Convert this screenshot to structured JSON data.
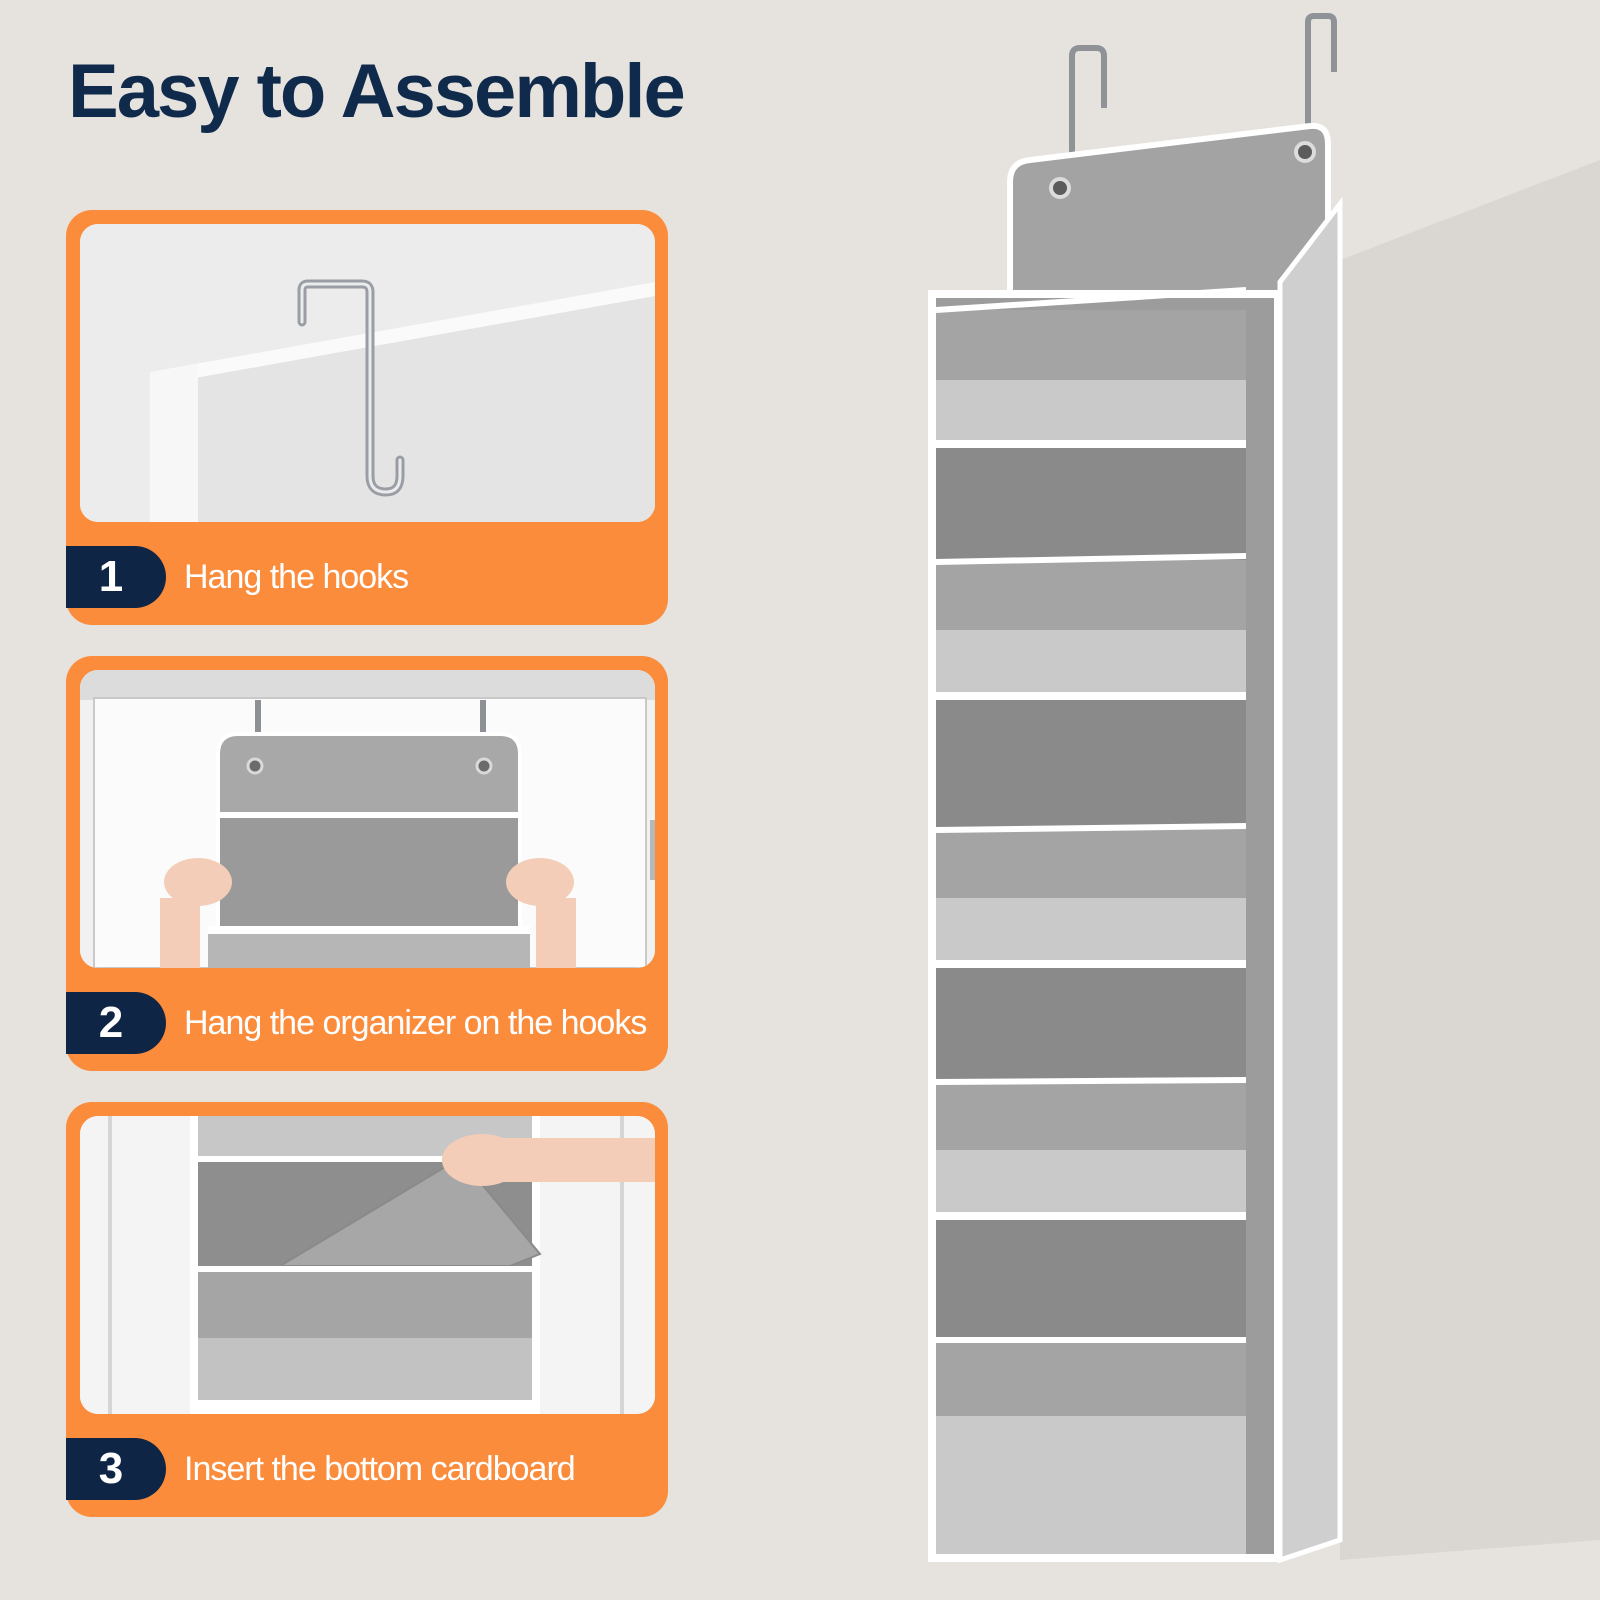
{
  "title": "Easy to Assemble",
  "colors": {
    "background": "#e6e2dd",
    "accent_orange": "#fb8c3c",
    "navy": "#0f2545",
    "organizer_gray": "#a3a3a3"
  },
  "steps": [
    {
      "number": "1",
      "label": "Hang the hooks",
      "illustration": "hook-on-door-icon"
    },
    {
      "number": "2",
      "label": "Hang the organizer on the hooks",
      "illustration": "organizer-on-door-icon"
    },
    {
      "number": "3",
      "label": "Insert the bottom cardboard",
      "illustration": "cardboard-insert-icon"
    }
  ],
  "product": {
    "illustration": "hanging-organizer-icon",
    "pockets": 5
  }
}
